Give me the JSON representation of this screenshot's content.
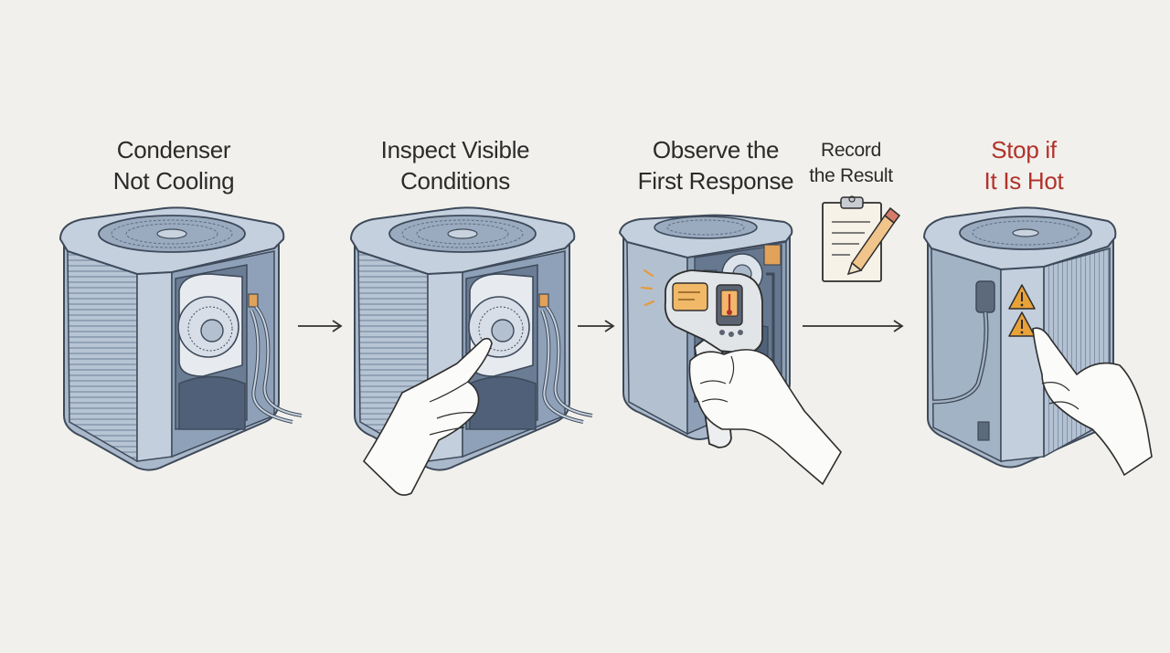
{
  "steps": [
    {
      "id": "condenser",
      "line1": "Condenser",
      "line2": "Not Cooling"
    },
    {
      "id": "inspect",
      "line1": "Inspect Visible",
      "line2": "Conditions"
    },
    {
      "id": "observe",
      "line1": "Observe the",
      "line2": "First Response"
    },
    {
      "id": "record",
      "line1": "Record",
      "line2": "the Result"
    },
    {
      "id": "stop",
      "line1": "Stop if",
      "line2": "It Is Hot"
    }
  ],
  "colors": {
    "background": "#f1f0ec",
    "unit_body": "#aebdcf",
    "unit_dark": "#7d8ea5",
    "outline": "#3e4a5a",
    "alert_text": "#b2322b",
    "warning": "#e8a23a",
    "thermometer_screen": "#f0b867"
  },
  "icons": [
    "condenser-unit-icon",
    "fan-icon",
    "hand-icon",
    "ir-thermometer-icon",
    "clipboard-icon",
    "pencil-icon",
    "warning-icon",
    "arrow-right-icon"
  ]
}
